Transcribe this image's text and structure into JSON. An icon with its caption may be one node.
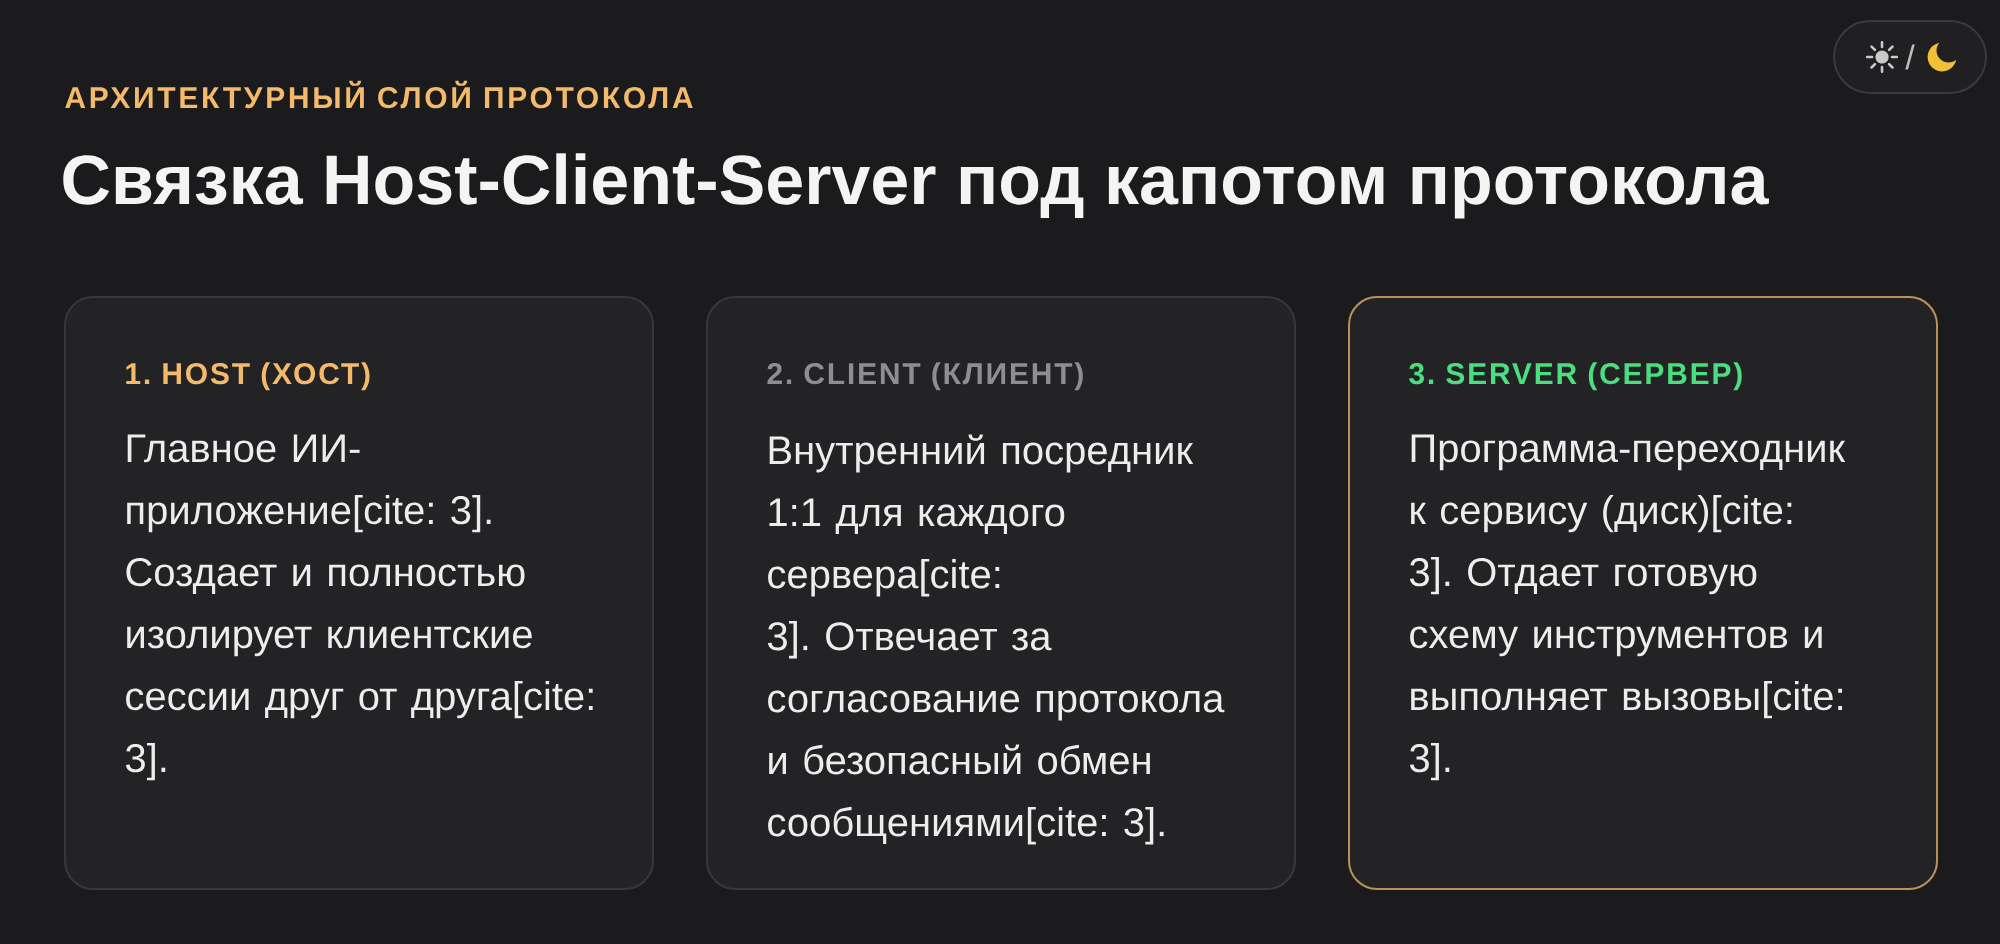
{
  "diagram": {
    "title": "Связка Host-Client-Server под капотом протокола",
    "nodes": [
      {
        "text": [
          "1. HOST (ХОСТ)",
          "Главное ИИ-приложение[cite: 3]. Создает и полностью изолирует клиентские сессии друг от друга[cite: 3]."
        ]
      },
      {
        "text": [
          "2. CLIENT (КЛИЕНТ)",
          "Внутренний посредник 1:1 для каждого сервера[cite: 3]. Отвечает за согласование протокола и безопасный обмен сообщениями[cite: 3]."
        ]
      },
      {
        "text": [
          "3. SERVER (СЕРВЕР)",
          "Программа-переходник к сервису (диск)[cite: 3]. Отдает готовую схему инструментов и выполняет вызовы[cite: 3]."
        ]
      },
      {
        "text": [
          "/"
        ]
      }
    ],
    "labels": [
      "АРХИТЕКТУРНЫЙ СЛОЙ ПРОТОКОЛА"
    ]
  }
}
